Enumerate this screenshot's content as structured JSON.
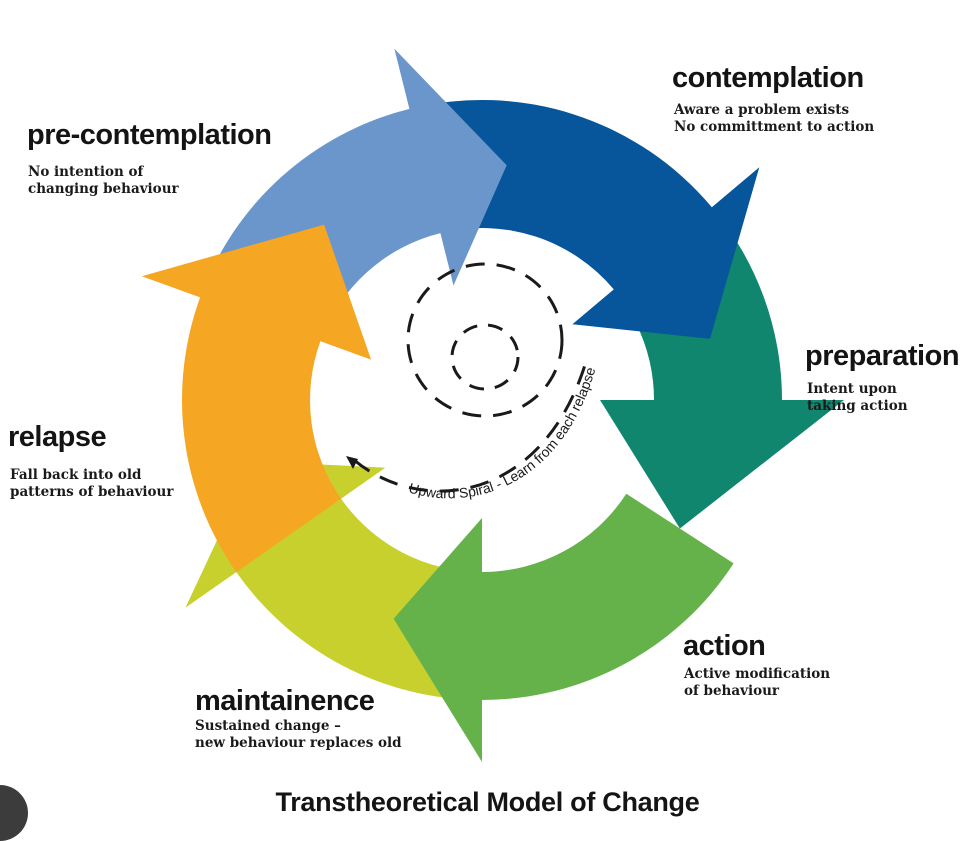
{
  "title": "Transtheoretical Model of Change",
  "spiral_label": "Upward Spiral - Learn from each relapse",
  "stages": [
    {
      "id": "pre-contemplation",
      "name": "pre-contemplation",
      "description": [
        "No intention of",
        "changing behaviour"
      ],
      "color": "#6b96cc"
    },
    {
      "id": "contemplation",
      "name": "contemplation",
      "description": [
        "Aware a problem exists",
        "No committment to action"
      ],
      "color": "#07569b"
    },
    {
      "id": "preparation",
      "name": "preparation",
      "description": [
        "Intent upon",
        "taking action"
      ],
      "color": "#11866f"
    },
    {
      "id": "action",
      "name": "action",
      "description": [
        "Active modification",
        "of behaviour"
      ],
      "color": "#66b24a"
    },
    {
      "id": "maintainence",
      "name": "maintainence",
      "description": [
        "Sustained change –",
        "new behaviour replaces old"
      ],
      "color": "#c8d02e"
    },
    {
      "id": "relapse",
      "name": "relapse",
      "description": [
        "Fall back into old",
        "patterns of behaviour"
      ],
      "color": "#f5a623"
    }
  ]
}
